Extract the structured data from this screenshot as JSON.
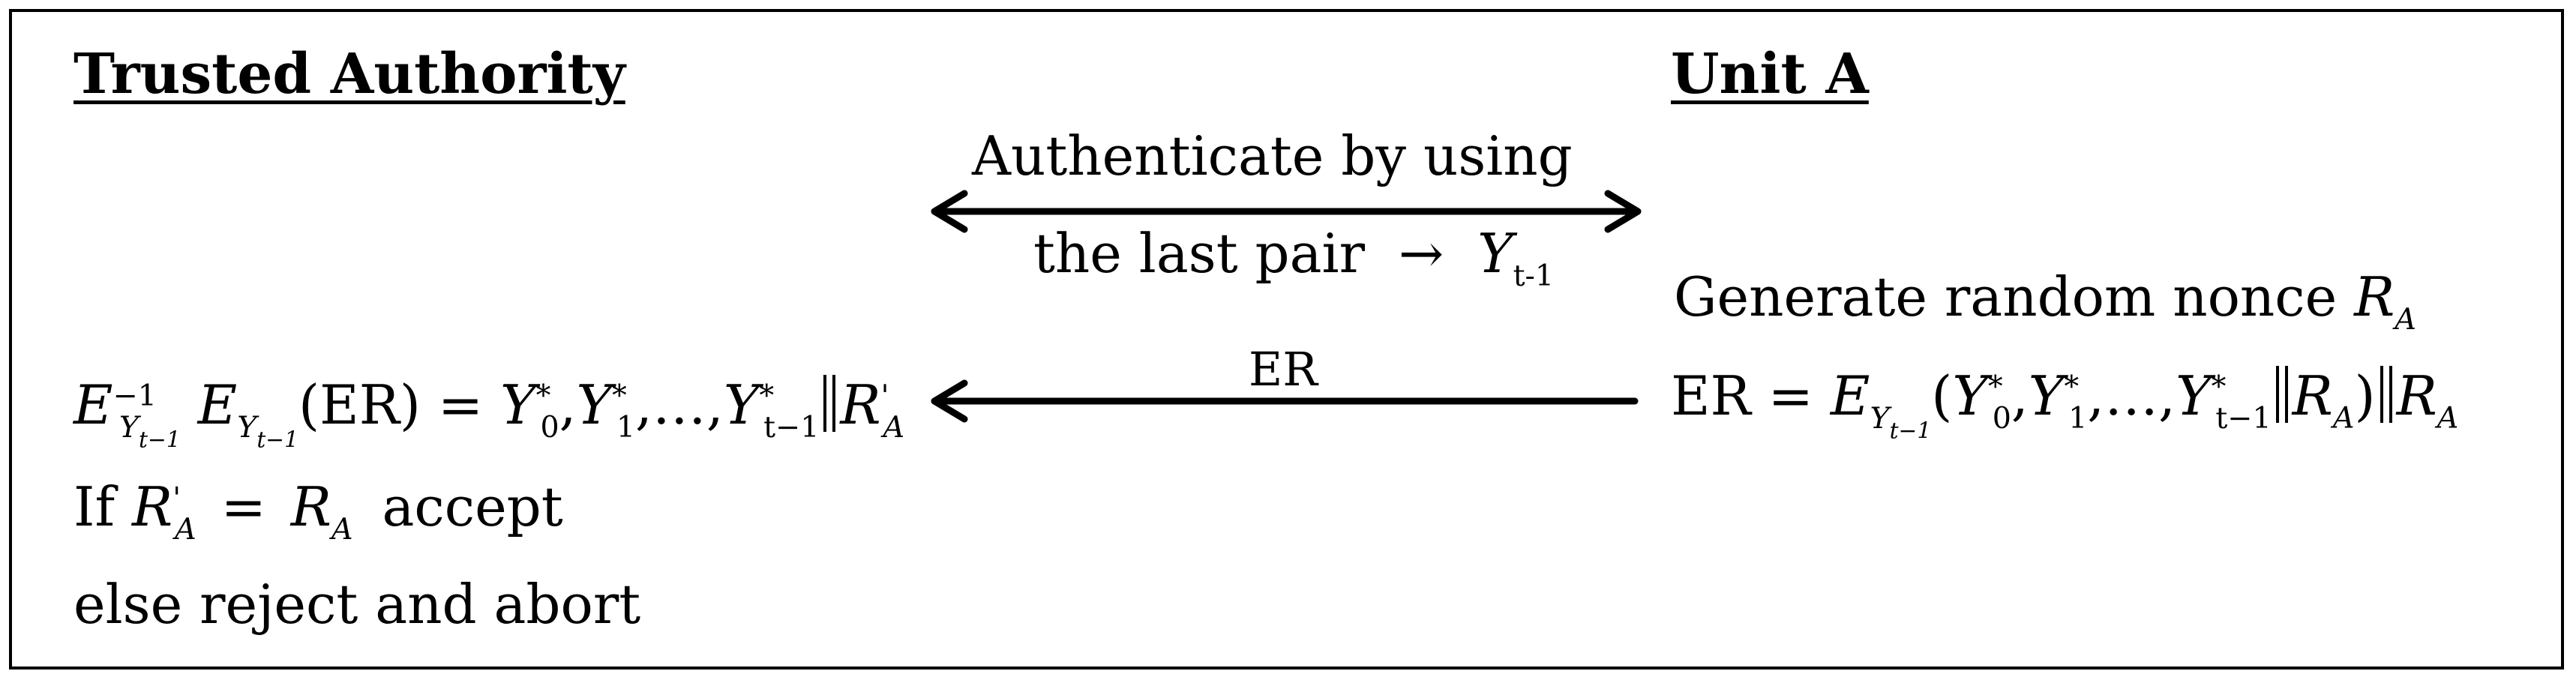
{
  "headings": {
    "left": "Trusted Authority",
    "right": "Unit A"
  },
  "auth_exchange": {
    "line1": "Authenticate by using",
    "line2": "the last pair",
    "arrow_symbol": "→",
    "var": "Y",
    "var_sub": "t-1"
  },
  "er_message": {
    "label": "ER"
  },
  "unit_a": {
    "nonce_text": "Generate random nonce",
    "nonce_var": "R",
    "nonce_sub": "A",
    "er_lhs": "ER =",
    "er_E": "E",
    "er_E_sub": "Y",
    "er_E_subsub": "t−1",
    "er_args_open": "(",
    "er_y0": "Y",
    "er_y0_sub": "0",
    "er_y1": "Y",
    "er_y1_sub": "1",
    "er_dots": ",…,",
    "er_yt": "Y",
    "er_yt_sub": "t−1",
    "star": "*",
    "comma": ",",
    "er_r_inner": "R",
    "er_r_inner_sub": "A",
    "er_close": ")",
    "er_r_outer": "R",
    "er_r_outer_sub": "A"
  },
  "authority": {
    "eq_Einv": "E",
    "eq_Einv_sup": "−1",
    "eq_sub": "Y",
    "eq_subsub": "t−1",
    "eq_E": "E",
    "eq_er": "(ER) =",
    "y": "Y",
    "y0_sub": "0",
    "y1_sub": "1",
    "yt_sub": "t−1",
    "star": "*",
    "comma": ",",
    "dots": ",…,",
    "r": "R",
    "r_prime": "'",
    "r_sub": "A",
    "check_if": "If",
    "check_eq": "=",
    "check_accept": "accept",
    "else_line": "else reject and abort"
  }
}
